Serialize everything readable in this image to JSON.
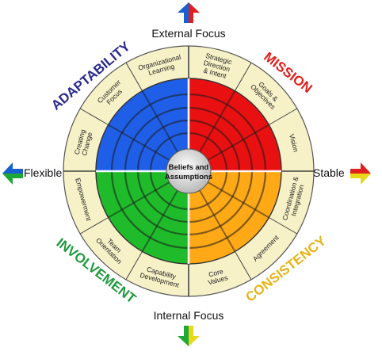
{
  "axes": {
    "top": "External Focus",
    "bottom": "Internal Focus",
    "left": "Flexible",
    "right": "Stable"
  },
  "center": [
    "Beliefs and",
    "Assumptions"
  ],
  "traits": [
    {
      "id": "adaptability",
      "label": "ADAPTABILITY",
      "color": "#2b2a8c",
      "fill": "#1f5fe8"
    },
    {
      "id": "mission",
      "label": "MISSION",
      "color": "#e0201c",
      "fill": "#e81010"
    },
    {
      "id": "consistency",
      "label": "CONSISTENCY",
      "color": "#e7b416",
      "fill": "#ffa916"
    },
    {
      "id": "involvement",
      "label": "INVOLVEMENT",
      "color": "#1e9a3c",
      "fill": "#1fbb2a"
    }
  ],
  "dimensions": [
    {
      "id": "organizational-learning",
      "lines": [
        "Organizational",
        "Learning"
      ]
    },
    {
      "id": "strategic-direction",
      "lines": [
        "Strategic",
        "Direction",
        "& Intent"
      ]
    },
    {
      "id": "goals-objectives",
      "lines": [
        "Goals &",
        "Objectives"
      ]
    },
    {
      "id": "vision",
      "lines": [
        "Vision"
      ]
    },
    {
      "id": "coordination-integration",
      "lines": [
        "Coordination &",
        "Integration"
      ]
    },
    {
      "id": "agreement",
      "lines": [
        "Agreement"
      ]
    },
    {
      "id": "core-values",
      "lines": [
        "Core",
        "Values"
      ]
    },
    {
      "id": "capability-development",
      "lines": [
        "Capability",
        "Development"
      ]
    },
    {
      "id": "team-orientation",
      "lines": [
        "Team",
        "Orientation"
      ]
    },
    {
      "id": "empowerment",
      "lines": [
        "Empowerment"
      ]
    },
    {
      "id": "creating-change",
      "lines": [
        "Creating",
        "Change"
      ]
    },
    {
      "id": "customer-focus",
      "lines": [
        "Customer",
        "Focus"
      ]
    }
  ],
  "arrows": {
    "top": [
      "#1a5fd0",
      "#e02020"
    ],
    "right": [
      "#e02020",
      "#e8d81a"
    ],
    "bottom": [
      "#1fa838",
      "#e8d81a"
    ],
    "left": [
      "#1a5fd0",
      "#1fa838"
    ]
  },
  "colors": {
    "ring_band": "#f7f1c7",
    "ring_outline": "#555555"
  }
}
